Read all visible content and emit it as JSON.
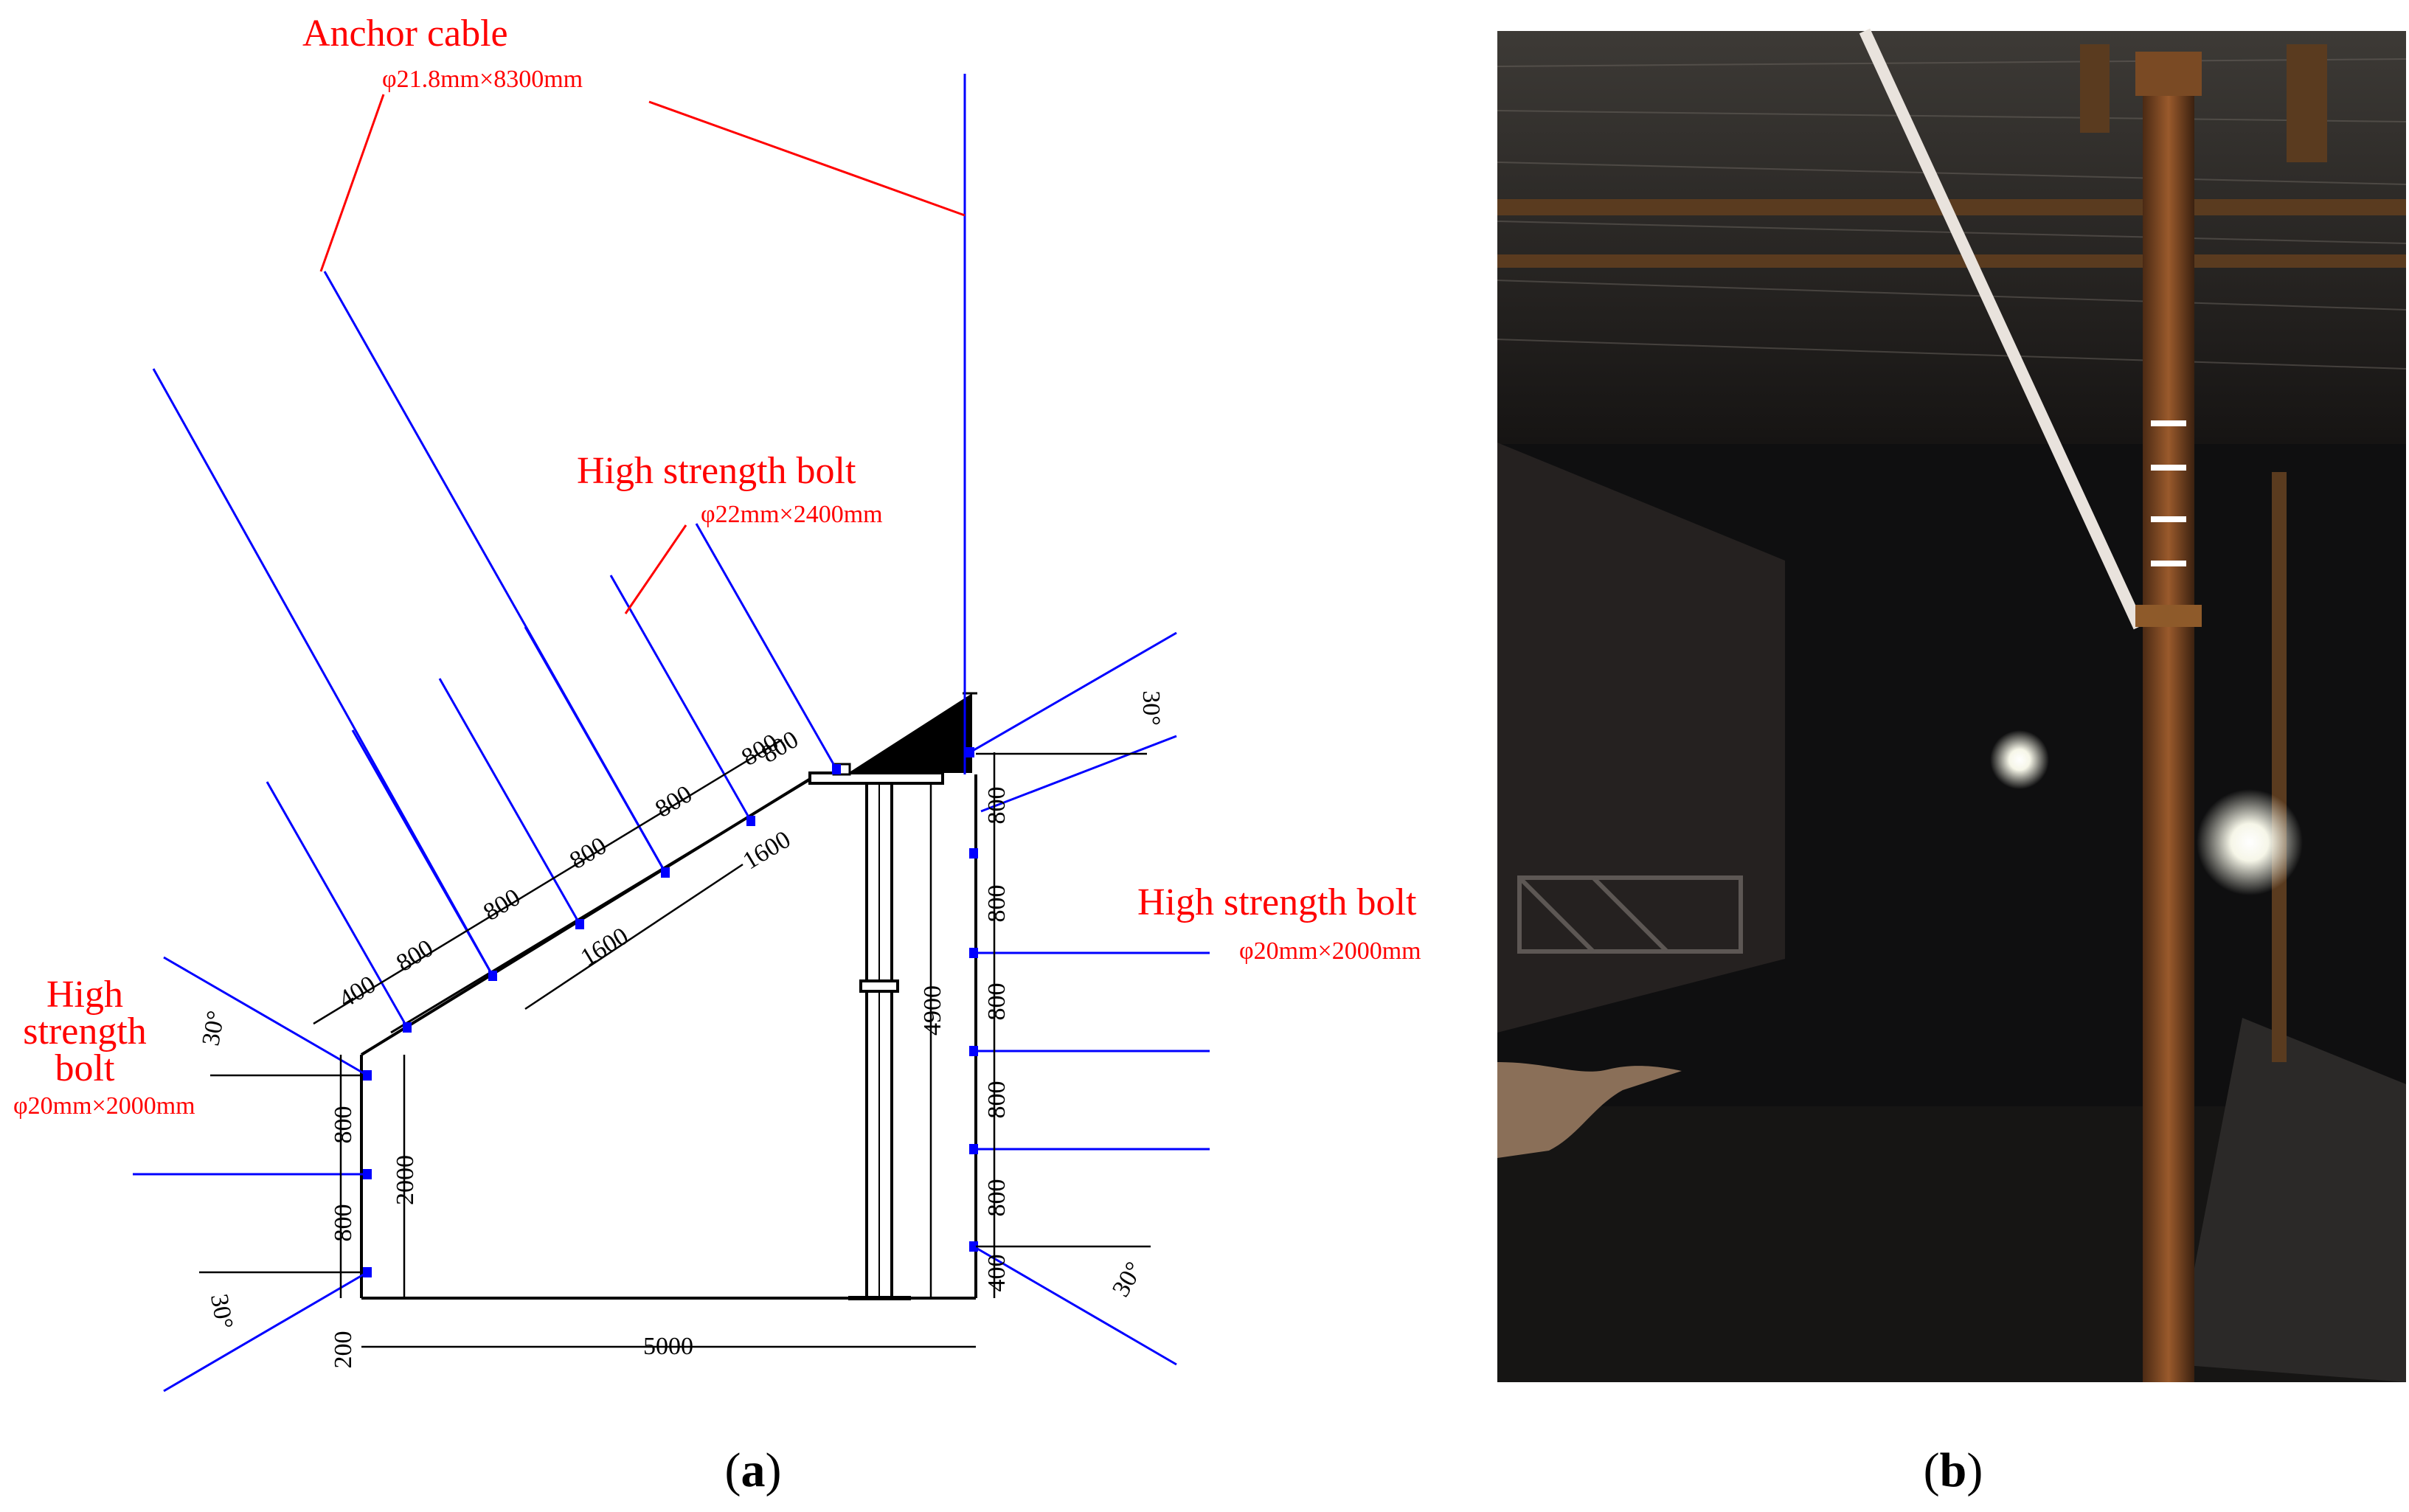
{
  "panel_a": {
    "anchor_cable": {
      "title": "Anchor cable",
      "spec": "φ21.8mm×8300mm"
    },
    "bolt_roof": {
      "title": "High strength bolt",
      "spec": "φ22mm×2400mm"
    },
    "bolt_right": {
      "title": "High strength bolt",
      "spec": "φ20mm×2000mm"
    },
    "bolt_left": {
      "line1": "High",
      "line2": "strength",
      "line3": "bolt",
      "spec": "φ20mm×2000mm"
    },
    "dimensions": {
      "roof_spacing": [
        "400",
        "800",
        "800",
        "800",
        "800",
        "800",
        "800"
      ],
      "cable_spacing": [
        "1600",
        "1600"
      ],
      "right_wall_spacing": [
        "800",
        "800",
        "800",
        "800",
        "800",
        "400"
      ],
      "left_wall_spacing": [
        "800",
        "800",
        "200"
      ],
      "width": "5000",
      "left_height": "2000",
      "right_height": "4900",
      "angle": "30°"
    },
    "colors": {
      "bolt": "#0000ff",
      "label": "#ff0000",
      "outline": "#000000"
    }
  },
  "captions": {
    "a_letter": "a",
    "b_letter": "b",
    "open": "(",
    "close": ")"
  }
}
